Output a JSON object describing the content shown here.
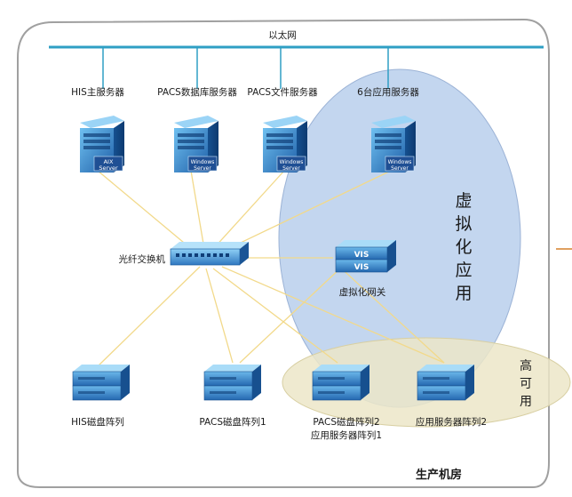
{
  "diagram": {
    "network_label": "以太网",
    "fc_switch_label": "光纤交换机",
    "gateway_label": "虚拟化网关",
    "gateway_badge": "VIS",
    "virtualization_text": [
      "虚",
      "拟",
      "化",
      "应",
      "用"
    ],
    "ha_text": [
      "高",
      "可",
      "用"
    ],
    "room_label": "生产机房",
    "servers": [
      {
        "label": "HIS主服务器",
        "badge_line1": "AIX",
        "badge_line2": "Server"
      },
      {
        "label": "PACS数据库服务器",
        "badge_line1": "Windows",
        "badge_line2": "Server"
      },
      {
        "label": "PACS文件服务器",
        "badge_line1": "Windows",
        "badge_line2": "Server"
      },
      {
        "label": "6台应用服务器",
        "badge_line1": "Windows",
        "badge_line2": "Server"
      }
    ],
    "storage": [
      {
        "label": "HIS磁盘阵列",
        "label2": ""
      },
      {
        "label": "PACS磁盘阵列1",
        "label2": ""
      },
      {
        "label": "PACS磁盘阵列2",
        "label2": "应用服务器阵列1"
      },
      {
        "label": "应用服务器阵列2",
        "label2": ""
      }
    ],
    "colors": {
      "network_bus": "#2f9fc4",
      "fiber_link": "#f2d98a",
      "virtual_zone": "#c3d6ef",
      "ha_zone": "#ece6c8",
      "device_blue": "#2e7fc4",
      "frame_border": "#a0a0a0"
    }
  }
}
